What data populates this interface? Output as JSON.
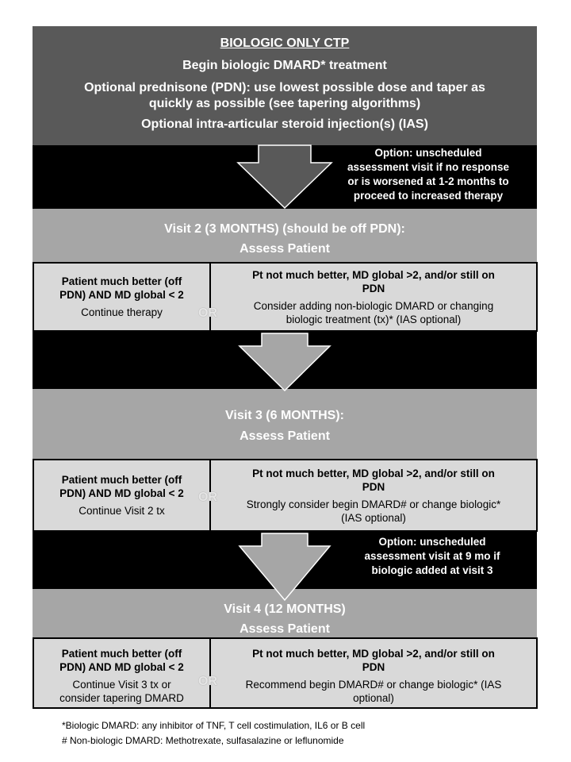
{
  "header": {
    "title": "BIOLOGIC ONLY CTP",
    "line1": "Begin biologic DMARD* treatment",
    "line2a": "Optional prednisone (PDN): use lowest possible dose and taper as",
    "line2b": "quickly as possible (see tapering algorithms)",
    "line3": "Optional intra-articular steroid injection(s) (IAS)"
  },
  "option1": {
    "l1": "Option: unscheduled",
    "l2": "assessment visit if no response",
    "l3": "or is worsened at 1-2 months to",
    "l4": "proceed to increased therapy"
  },
  "visit2": {
    "title": "Visit 2 (3 MONTHS) (should be off PDN):",
    "subtitle": "Assess Patient",
    "left_bold1": "Patient much better (off",
    "left_bold2": "PDN) AND MD global < 2",
    "left_text": "Continue therapy",
    "or": "OR",
    "right_bold1": "Pt not much better, MD global >2, and/or still on",
    "right_bold2": "PDN",
    "right_text1": "Consider adding non-biologic DMARD or changing",
    "right_text2": "biologic treatment (tx)* (IAS optional)"
  },
  "visit3": {
    "title": "Visit 3 (6 MONTHS):",
    "subtitle": "Assess Patient",
    "left_bold1": "Patient much better (off",
    "left_bold2": "PDN) AND MD global < 2",
    "left_text": "Continue  Visit 2 tx",
    "or": "OR",
    "right_bold1": "Pt not much better, MD global >2, and/or still on",
    "right_bold2": "PDN",
    "right_text1": "Strongly consider begin DMARD# or change biologic*",
    "right_text2": "(IAS optional)"
  },
  "option2": {
    "l1": "Option: unscheduled",
    "l2": "assessment visit at 9 mo if",
    "l3": "biologic added at visit 3"
  },
  "visit4": {
    "title": "Visit 4 (12  MONTHS)",
    "subtitle": "Assess Patient",
    "left_bold1": "Patient much better (off",
    "left_bold2": "PDN) AND MD global < 2",
    "left_text1": "Continue Visit 3 tx or",
    "left_text2": "consider tapering DMARD",
    "or": "OR",
    "right_bold1": "Pt not much better, MD global >2, and/or still on",
    "right_bold2": "PDN",
    "right_text1": "Recommend begin DMARD# or change biologic* (IAS",
    "right_text2": "optional)"
  },
  "footnotes": {
    "f1": "*Biologic DMARD: any inhibitor of TNF, T cell costimulation, IL6 or B cell",
    "f2": "# Non-biologic DMARD: Methotrexate, sulfasalazine or leflunomide"
  }
}
